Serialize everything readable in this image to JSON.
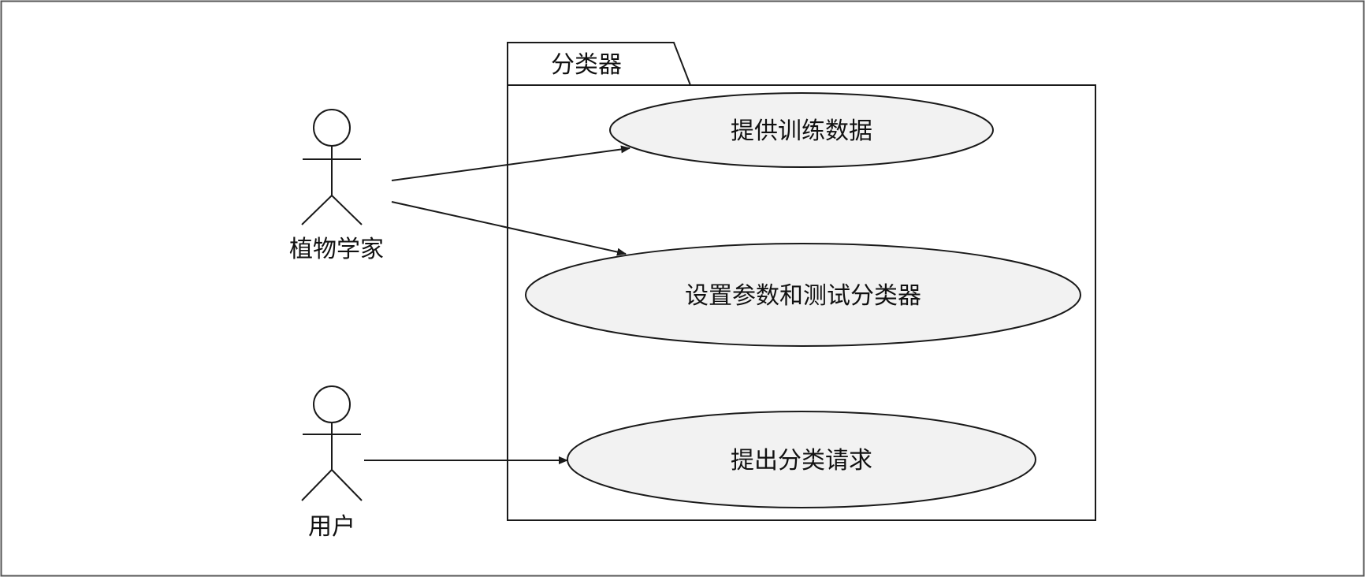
{
  "system": {
    "label": "分类器"
  },
  "actors": [
    {
      "label": "植物学家",
      "icon": "stick-figure-icon"
    },
    {
      "label": "用户",
      "icon": "stick-figure-icon"
    }
  ],
  "use_cases": [
    {
      "label": "提供训练数据"
    },
    {
      "label": "设置参数和测试分类器"
    },
    {
      "label": "提出分类请求"
    }
  ],
  "associations": [
    {
      "from": "植物学家",
      "to": "提供训练数据"
    },
    {
      "from": "植物学家",
      "to": "设置参数和测试分类器"
    },
    {
      "from": "用户",
      "to": "提出分类请求"
    }
  ],
  "colors": {
    "background": "#ffffff",
    "stroke": "#1a1a1a",
    "use_case_fill": "#f2f2f2",
    "text": "#111111"
  }
}
